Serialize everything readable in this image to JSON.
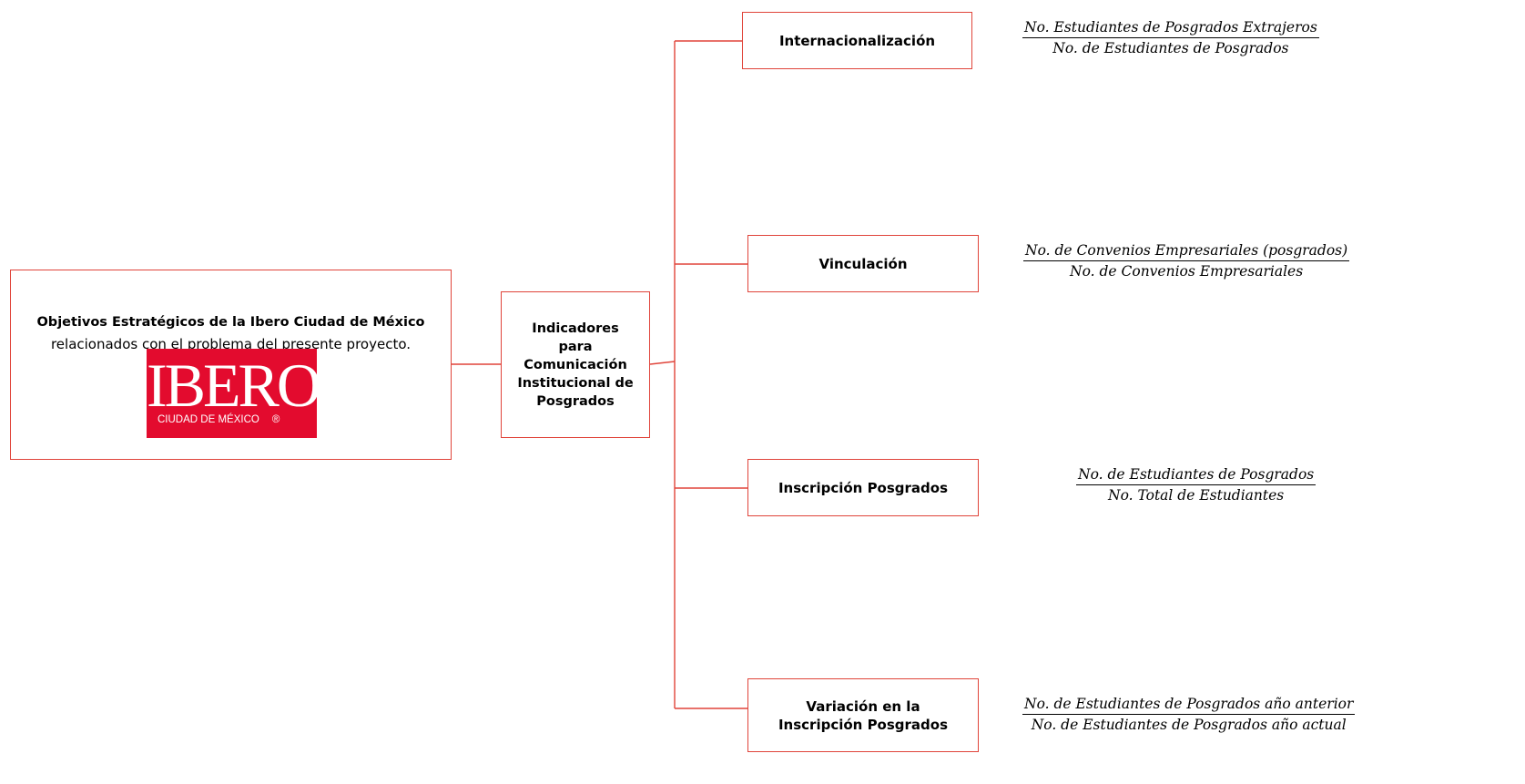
{
  "root": {
    "title": "Objetivos Estratégicos de la Ibero Ciudad de México",
    "subtitle": "relacionados con el problema del presente proyecto.",
    "logo": {
      "word": "IBERO",
      "sub": "CIUDAD DE MÉXICO",
      "registered": "®",
      "color": "#e30b2e"
    }
  },
  "middle": {
    "label": "Indicadores para Comunicación Institucional de Posgrados"
  },
  "branches": [
    {
      "label": "Internacionalización",
      "numerator": "No. Estudiantes de Posgrados Extrajeros",
      "denominator": "No. de Estudiantes de Posgrados"
    },
    {
      "label": "Vinculación",
      "numerator": "No. de Convenios Empresariales (posgrados)",
      "denominator": "No.  de Convenios Empresariales"
    },
    {
      "label": "Inscripción Posgrados",
      "numerator": "No. de Estudiantes de Posgrados",
      "denominator": "No. Total de Estudiantes"
    },
    {
      "label": "Variación en la Inscripción Posgrados",
      "numerator": "No. de Estudiantes de Posgrados año anterior",
      "denominator": "No. de Estudiantes de Posgrados año actual"
    }
  ],
  "colors": {
    "border": "#e0443a",
    "connector": "#e0443a"
  }
}
